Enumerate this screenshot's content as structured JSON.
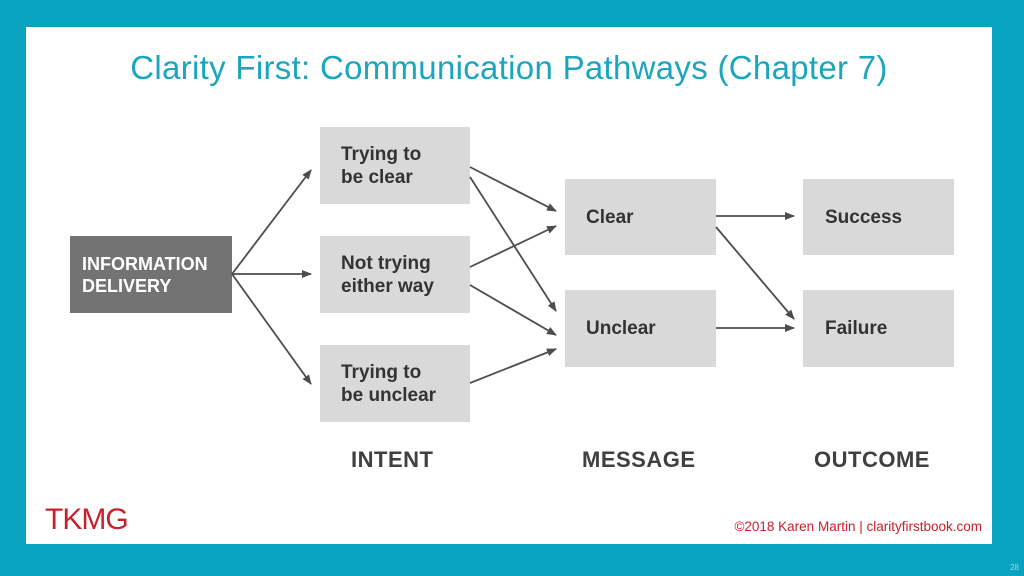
{
  "slide": {
    "title": "Clarity First: Communication Pathways (Chapter 7)",
    "logo": "TKMG",
    "footer": "©2018 Karen Martin |  clarityfirstbook.com",
    "page_number": "28"
  },
  "colors": {
    "frame": "#0aa3bf",
    "title": "#1ba6bd",
    "start_box": "#737373",
    "box": "#d9d9d9",
    "accent_red": "#c8202f"
  },
  "diagram": {
    "start": "INFORMATION\nDELIVERY",
    "intent": [
      "Trying to\nbe clear",
      "Not trying\neither way",
      "Trying to\nbe unclear"
    ],
    "message": [
      "Clear",
      "Unclear"
    ],
    "outcome": [
      "Success",
      "Failure"
    ],
    "columns": [
      "INTENT",
      "MESSAGE",
      "OUTCOME"
    ]
  }
}
